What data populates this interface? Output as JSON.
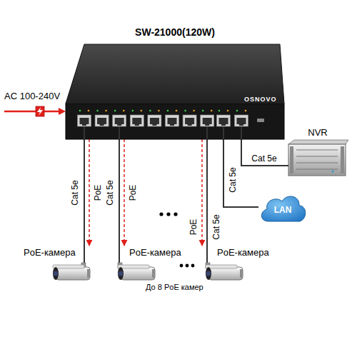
{
  "diagram": {
    "title": "SW-21000(120W)",
    "nodes": [
      {
        "text": [
          "OSNOVO"
        ]
      },
      {
        "text": [
          "NVR"
        ]
      },
      {
        "text": [
          "LAN"
        ]
      },
      {
        "text": [
          "PoE-камера"
        ]
      },
      {
        "text": [
          "PoE-камера"
        ]
      },
      {
        "text": [
          "PoE-камера"
        ]
      }
    ],
    "edges": [
      {
        "from": 0,
        "to": 3,
        "label": "Cat 5e",
        "arrow": "none"
      },
      {
        "from": 0,
        "to": 3,
        "label": "PoE",
        "arrow": "to"
      },
      {
        "from": 0,
        "to": 4,
        "label": "Cat 5e",
        "arrow": "none"
      },
      {
        "from": 0,
        "to": 4,
        "label": "PoE",
        "arrow": "to"
      },
      {
        "from": 0,
        "to": 5,
        "label": "Cat 5e",
        "arrow": "none"
      },
      {
        "from": 0,
        "to": 5,
        "label": "PoE",
        "arrow": "to"
      },
      {
        "from": 0,
        "to": 1,
        "label": "Cat 5e",
        "arrow": "none"
      },
      {
        "from": 0,
        "to": 2,
        "label": "Cat 5e",
        "arrow": "none"
      }
    ],
    "labels": [
      "AC 100-240V",
      "До 8 PoE камер"
    ]
  }
}
